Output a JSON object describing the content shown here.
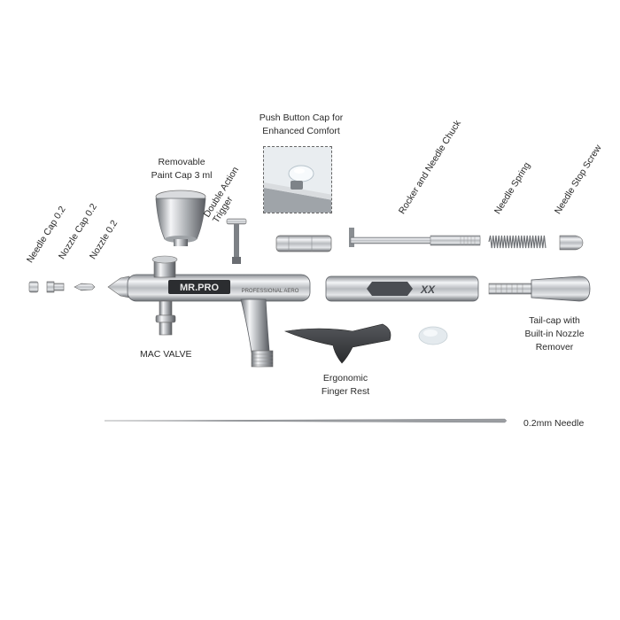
{
  "labels": {
    "push_button_cap": [
      "Push Button Cap for",
      "Enhanced Comfort"
    ],
    "paint_cap": [
      "Removable",
      "Paint Cap 3 ml"
    ],
    "trigger": [
      "Double Action",
      "Trigger"
    ],
    "rocker": "Rocker and Needle Chuck",
    "needle_spring": "Needle Spring",
    "needle_stop_screw": "Needle Stop Screw",
    "needle_cap": "Needle Cap 0.2",
    "nozzle_cap": "Nozzle Cap 0.2",
    "nozzle": "Nozzle 0.2",
    "tail_cap": [
      "Tail-cap with",
      "Built-in Nozzle",
      "Remover"
    ],
    "mac_valve": "MAC VALVE",
    "finger_rest": [
      "Ergonomic",
      "Finger Rest"
    ],
    "needle": "0.2mm Needle"
  },
  "product": {
    "brand": "MR.PRO",
    "engraving": "PROFESSIONAL AERO"
  },
  "colors": {
    "chrome_dark": "#5a5d61",
    "chrome_light": "#f2f3f5",
    "rubber": "#3a3c3f",
    "label": "#2a2a2a"
  }
}
